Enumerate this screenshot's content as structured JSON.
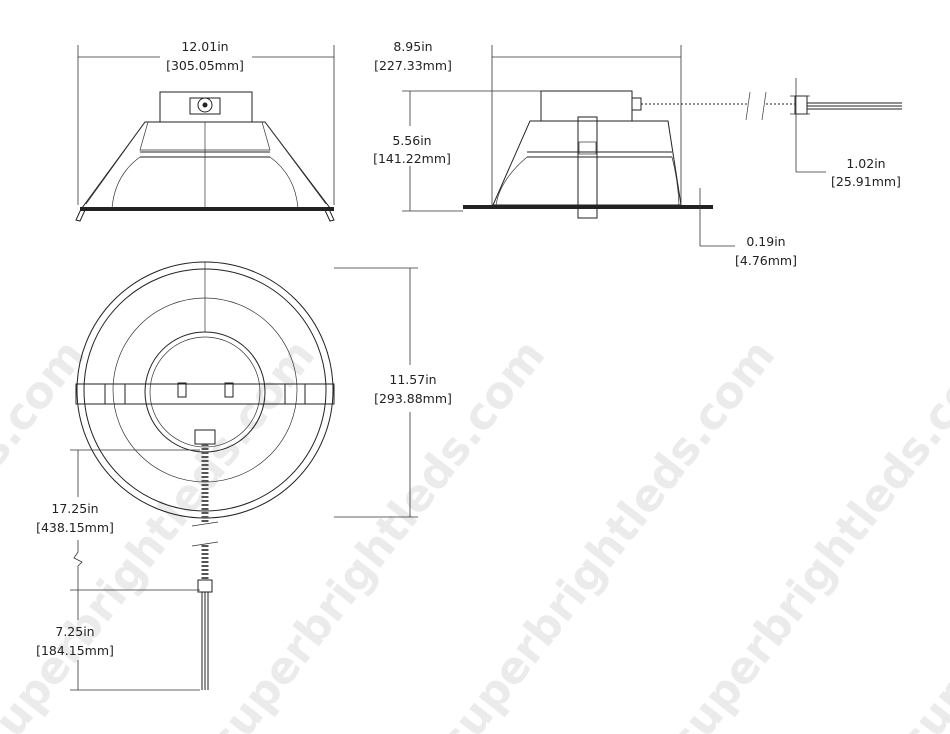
{
  "watermark": {
    "text": "superbrightleds.com",
    "color": "#ebebeb"
  },
  "dimensions": {
    "overall_width": {
      "in": "12.01in",
      "mm": "[305.05mm]"
    },
    "housing_width": {
      "in": "8.95in",
      "mm": "[227.33mm]"
    },
    "height": {
      "in": "5.56in",
      "mm": "[141.22mm]"
    },
    "connector_height": {
      "in": "1.02in",
      "mm": "[25.91mm]"
    },
    "flange_thickness": {
      "in": "0.19in",
      "mm": "[4.76mm]"
    },
    "diameter": {
      "in": "11.57in",
      "mm": "[293.88mm]"
    },
    "conduit_length": {
      "in": "17.25in",
      "mm": "[438.15mm]"
    },
    "wire_length": {
      "in": "7.25in",
      "mm": "[184.15mm]"
    }
  }
}
